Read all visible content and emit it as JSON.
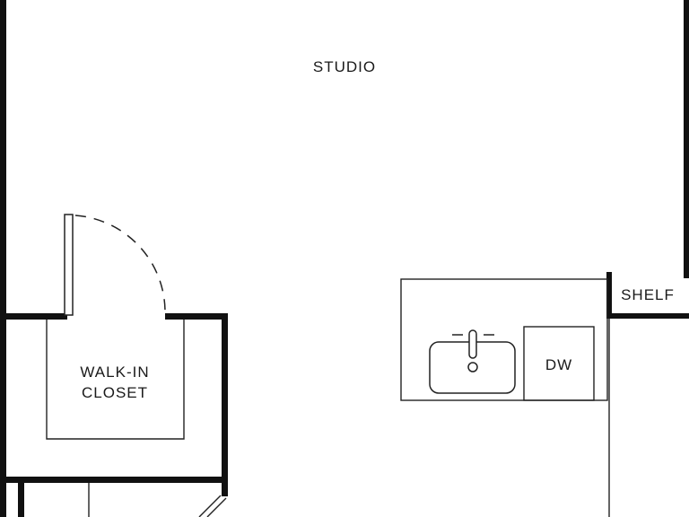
{
  "rooms": {
    "studio": "STUDIO",
    "closet_line1": "WALK-IN",
    "closet_line2": "CLOSET",
    "shelf": "SHELF",
    "dishwasher": "DW"
  },
  "colors": {
    "wall": "#111111",
    "line": "#222222",
    "background": "#ffffff"
  },
  "icons": [
    "sink-icon",
    "faucet-icon",
    "door-swing-icon"
  ]
}
